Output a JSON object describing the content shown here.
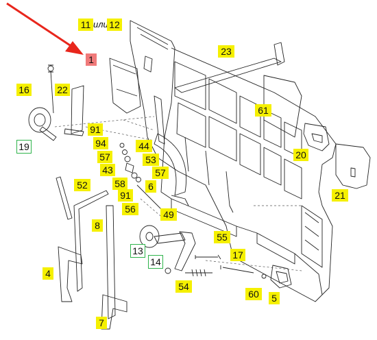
{
  "diagram": {
    "variant_text": "или",
    "highlight_color": "#f5f000",
    "selected_color": "#f07a7a",
    "alt_color": "#2db34a",
    "arrow_color": "#e8261c",
    "callouts": {
      "c1": "1",
      "c11": "11",
      "c12": "12",
      "c23": "23",
      "c16": "16",
      "c22": "22",
      "c19": "19",
      "c61": "61",
      "c91a": "91",
      "c94": "94",
      "c44": "44",
      "c57a": "57",
      "c53": "53",
      "c43": "43",
      "c57b": "57",
      "c20": "20",
      "c58": "58",
      "c6": "6",
      "c52": "52",
      "c91b": "91",
      "c56": "56",
      "c21": "21",
      "c49": "49",
      "c8": "8",
      "c55": "55",
      "c13": "13",
      "c17": "17",
      "c14": "14",
      "c4": "4",
      "c54": "54",
      "c60": "60",
      "c5": "5",
      "c7": "7"
    }
  }
}
